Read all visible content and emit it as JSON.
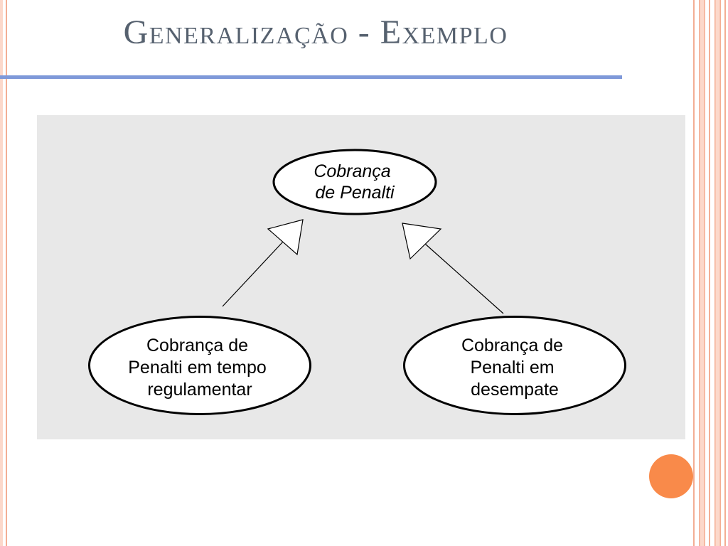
{
  "slide": {
    "title": "Generalização - Exemplo"
  },
  "diagram": {
    "nodes": [
      {
        "lines": [
          "Cobrança",
          "de Penalti"
        ]
      },
      {
        "lines": [
          "Cobrança de",
          "Penalti em tempo",
          "regulamentar"
        ]
      },
      {
        "lines": [
          "Cobrança de",
          "Penalti em",
          "desempate"
        ]
      }
    ],
    "edges": [
      {
        "from": 1,
        "to": 0
      },
      {
        "from": 2,
        "to": 0
      }
    ]
  },
  "colors": {
    "title": "#56616f",
    "rule": "#7f99d9",
    "panel": "#e8e8e8",
    "accent_dot": "#f98a4a",
    "border_stripes": "#f3ae94",
    "border_bands": "#fcd8ca"
  }
}
